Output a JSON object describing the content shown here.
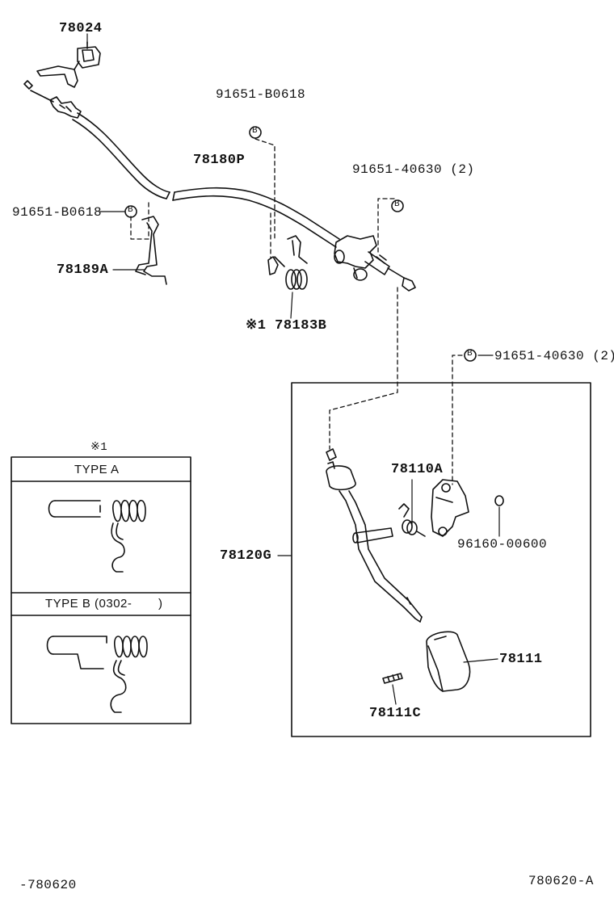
{
  "parts": {
    "p78024": "78024",
    "p91651_b0618_top": "91651-B0618",
    "p78180p": "78180P",
    "p91651_40630_top": "91651-40630 (2)",
    "p91651_b0618_left": "91651-B0618",
    "p78189a": "78189A",
    "p78183b": "※1 78183B",
    "p91651_40630_right": "91651-40630 (2)",
    "p78110a": "78110A",
    "p96160": "96160-00600",
    "p78120g": "78120G",
    "p78111": "78111",
    "p78111c": "78111C"
  },
  "bolt_marker": "B",
  "inset": {
    "note": "※1",
    "type_a": "TYPE A",
    "type_b": "TYPE B (0302-       )"
  },
  "footer": {
    "left": "-780620",
    "right": "780620-A"
  }
}
